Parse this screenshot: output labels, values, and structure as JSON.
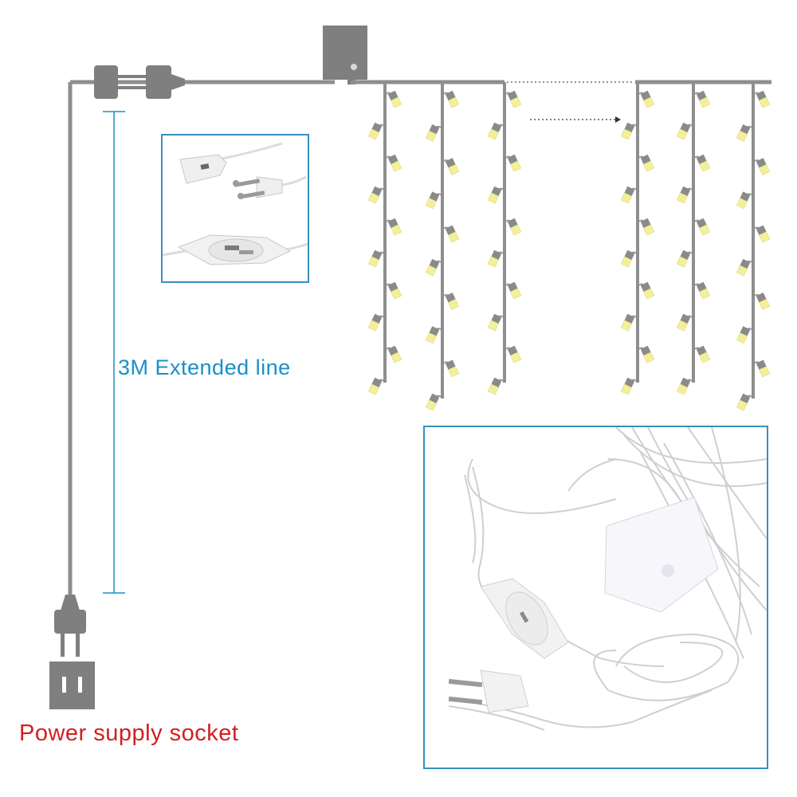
{
  "labels": {
    "extended_line": "3M Extended line",
    "power_socket": "Power supply socket"
  },
  "colors": {
    "wire": "#8e8e8e",
    "device_gray": "#7f7f7f",
    "bulb_yellow": "#f4ef9a",
    "bulb_cap": "#8a8a8a",
    "label_blue": "#1a8fc9",
    "label_red": "#d21f1f",
    "inset_border": "#3a8fbf",
    "dimension_line": "#1a8fc9"
  },
  "diagram": {
    "left_strands": 3,
    "right_strands": 3,
    "bulbs_per_strand": 10
  },
  "icons": {
    "controller": "controller-box-icon",
    "connector": "plug-connector-icon",
    "plug": "eu-plug-icon",
    "socket": "wall-socket-icon",
    "bulb": "led-bulb-icon"
  }
}
